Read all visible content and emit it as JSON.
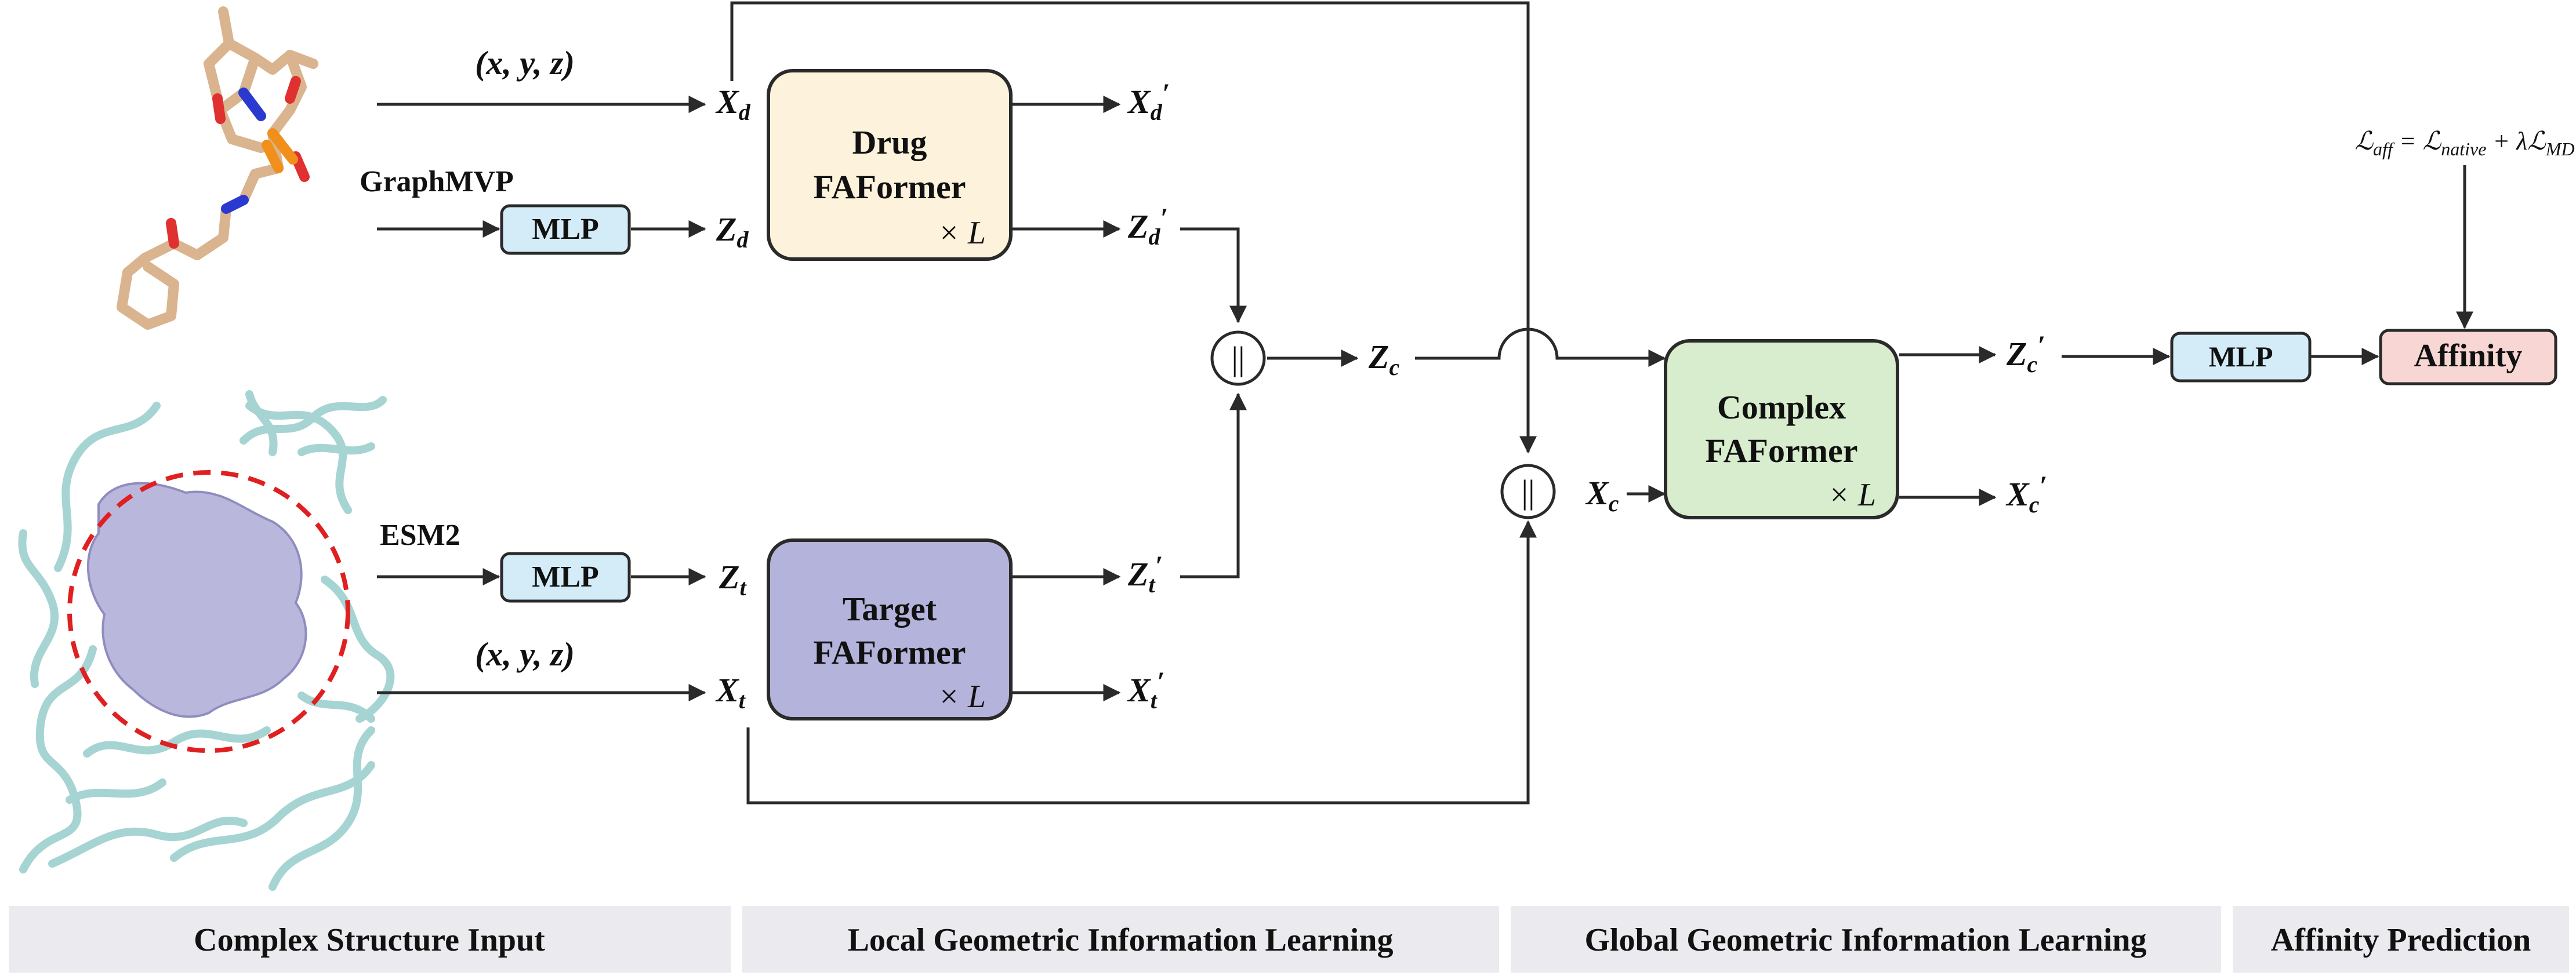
{
  "inputs": {
    "coord_label": "(x, y, z)",
    "coord_top_label": "(x, y, z)",
    "graphmvp_label": "GraphMVP",
    "esm2_label": "ESM2"
  },
  "mlp": {
    "drug_label": "MLP",
    "target_label": "MLP",
    "output_label": "MLP"
  },
  "vars": {
    "xd": {
      "base": "X",
      "sub": "d"
    },
    "zd": {
      "base": "Z",
      "sub": "d"
    },
    "xt": {
      "base": "X",
      "sub": "t"
    },
    "zt": {
      "base": "Z",
      "sub": "t"
    },
    "xd_out": {
      "base": "X",
      "sub": "d",
      "prime": "′"
    },
    "zd_out": {
      "base": "Z",
      "sub": "d",
      "prime": "′"
    },
    "xt_out": {
      "base": "X",
      "sub": "t",
      "prime": "′"
    },
    "zt_out": {
      "base": "Z",
      "sub": "t",
      "prime": "′"
    },
    "zc": {
      "base": "Z",
      "sub": "c"
    },
    "xc": {
      "base": "X",
      "sub": "c"
    },
    "zc_out": {
      "base": "Z",
      "sub": "c",
      "prime": "′"
    },
    "xc_out": {
      "base": "X",
      "sub": "c",
      "prime": "′"
    }
  },
  "blocks": {
    "drug": {
      "line1": "Drug",
      "line2": "FAFormer",
      "repeat": "× L",
      "fill": "#fdf3dc"
    },
    "target": {
      "line1": "Target",
      "line2": "FAFormer",
      "repeat": "× L",
      "fill": "#b4b3db"
    },
    "complex": {
      "line1": "Complex",
      "line2": "FAFormer",
      "repeat": "× L",
      "fill": "#d7edcd"
    }
  },
  "concat_symbol": "||",
  "affinity": {
    "label": "Affinity",
    "fill": "#f7d6d3"
  },
  "loss": {
    "lhs": "ℒ",
    "lhs_sub": "aff",
    "eq": " = ",
    "t1": "ℒ",
    "t1_sub": "native",
    "plus": " + λ",
    "t2": "ℒ",
    "t2_sub": "MD"
  },
  "sections": [
    {
      "label": "Complex Structure Input"
    },
    {
      "label": "Local Geometric Information Learning"
    },
    {
      "label": "Global Geometric Information Learning"
    },
    {
      "label": "Affinity Prediction"
    }
  ],
  "colors": {
    "mlp_fill": "#d3ecf8",
    "section_fill": "#ebebef",
    "line": "#2a2a2a",
    "protein_ribbon": "#a6d4d2",
    "protein_surface": "#b9b8dc",
    "pocket_ring": "#e02020",
    "ligand_carbon": "#d9b48f",
    "ligand_oxygen": "#e03030",
    "ligand_nitrogen": "#2a3ad0",
    "ligand_phosphorus": "#f0901a"
  }
}
